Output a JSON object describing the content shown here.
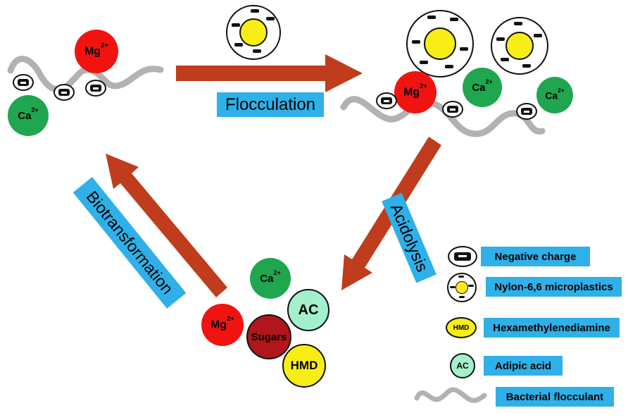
{
  "colors": {
    "label_bg": "#2fb0e8",
    "arrow": "#bf3c1c",
    "red_ion": "#f01310",
    "green_ion": "#1fa64e",
    "yellow": "#f8ee15",
    "mint": "#a2f0cc",
    "dark_red": "#b0161b",
    "flocculant_gray": "#b2b2b2",
    "charge_black": "#111111"
  },
  "process_labels": {
    "flocculation": "Flocculation",
    "acidolysis": "Acidolysis",
    "biotransformation": "Biotransformation"
  },
  "ions": {
    "mg": {
      "base": "Mg",
      "sup": "2+"
    },
    "ca": {
      "base": "Ca",
      "sup": "2+"
    }
  },
  "molecules": {
    "sugars": "Sugars",
    "ac": "AC",
    "hmd": "HMD"
  },
  "legend": {
    "items": [
      {
        "name": "negative-charge",
        "label": "Negative charge"
      },
      {
        "name": "nylon-microplastics",
        "label": "Nylon-6,6  microplastics"
      },
      {
        "name": "hexamethylenediamine",
        "label": "Hexamethylenediamine",
        "icon_text": "HMD"
      },
      {
        "name": "adipic-acid",
        "label": "Adipic acid",
        "icon_text": "AC"
      },
      {
        "name": "bacterial-flocculant",
        "label": "Bacterial flocculant"
      }
    ]
  }
}
